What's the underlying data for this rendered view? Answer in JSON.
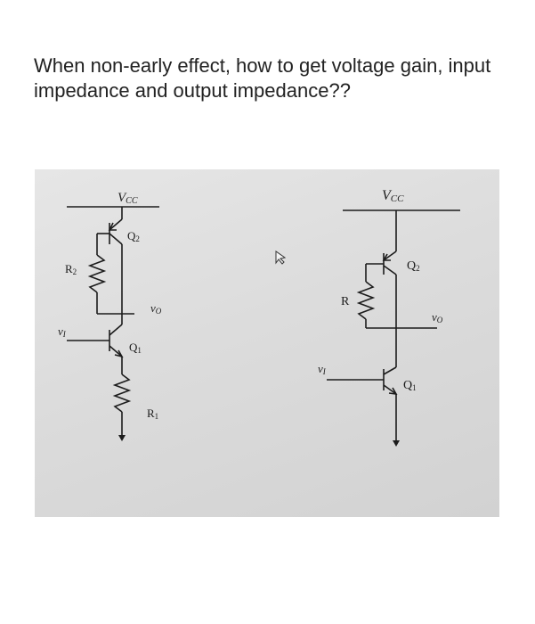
{
  "question": "When non-early effect, how to get voltage gain, input impedance and output impedance??",
  "circuit_left": {
    "vcc_label": "V",
    "vcc_sub": "CC",
    "q2_label": "Q",
    "q2_sub": "2",
    "r2_label": "R",
    "r2_sub": "2",
    "vo_label": "v",
    "vo_sub": "O",
    "vi_label": "v",
    "vi_sub": "I",
    "q1_label": "Q",
    "q1_sub": "1",
    "r1_label": "R",
    "r1_sub": "1"
  },
  "circuit_right": {
    "vcc_label": "V",
    "vcc_sub": "CC",
    "q2_label": "Q",
    "q2_sub": "2",
    "r_label": "R",
    "vo_label": "v",
    "vo_sub": "O",
    "vi_label": "v",
    "vi_sub": "I",
    "q1_label": "Q",
    "q1_sub": "1"
  }
}
